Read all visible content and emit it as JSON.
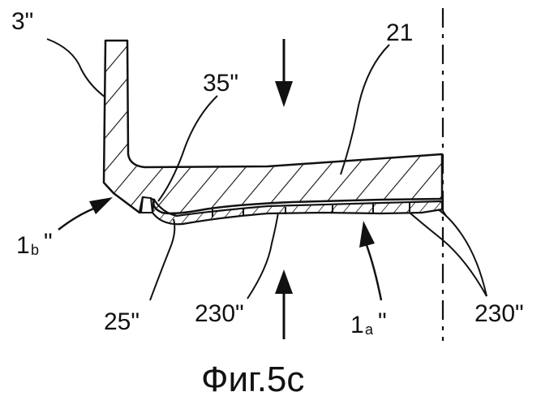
{
  "figure": {
    "caption": "Фиг.5с",
    "labels": {
      "ref_3": "3\"",
      "ref_21": "21",
      "ref_35": "35\"",
      "ref_1b_main": "1",
      "ref_1b_sub": "b",
      "ref_1b_prime": "\"",
      "ref_25": "25\"",
      "ref_230_a": "230\"",
      "ref_1a_main": "1",
      "ref_1a_sub": "a",
      "ref_1a_prime": "\"",
      "ref_230_b": "230\""
    }
  }
}
